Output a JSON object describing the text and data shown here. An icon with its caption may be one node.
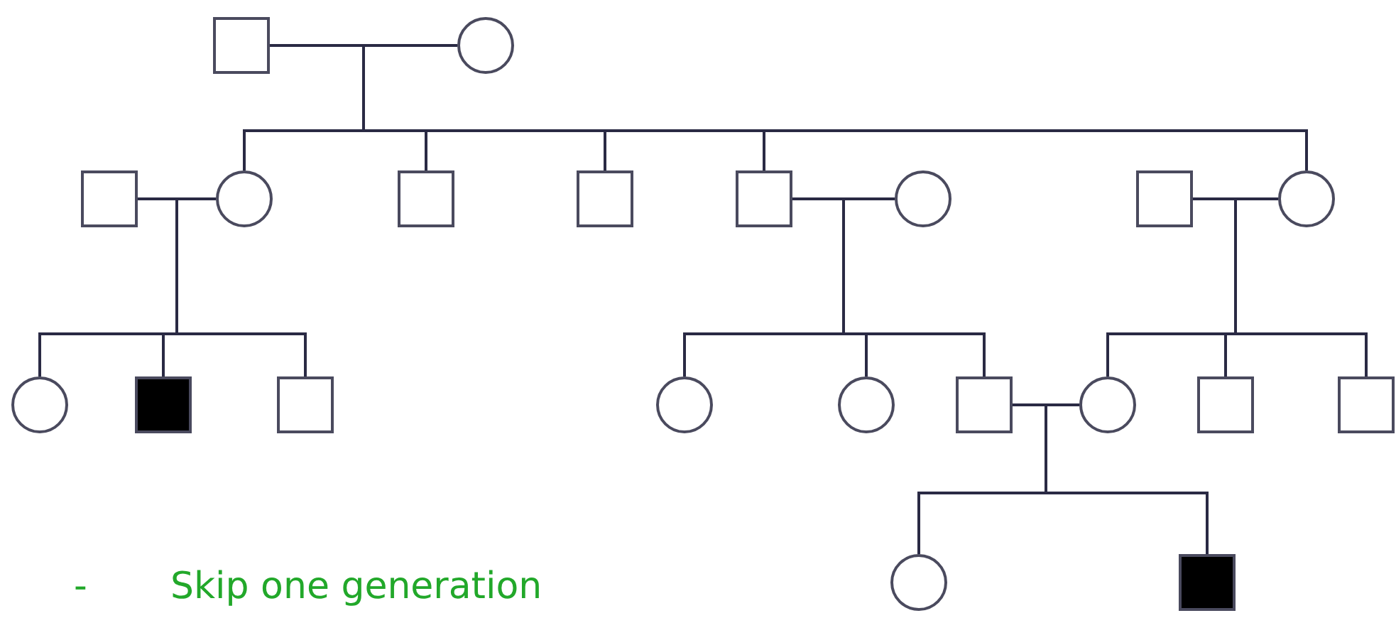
{
  "diagram": {
    "nodes": [
      {
        "text": [],
        "shape": "box"
      },
      {
        "text": [],
        "shape": "circle"
      },
      {
        "text": [],
        "shape": "box"
      },
      {
        "text": [],
        "shape": "circle"
      },
      {
        "text": [],
        "shape": "box"
      },
      {
        "text": [],
        "shape": "box"
      },
      {
        "text": [],
        "shape": "box"
      },
      {
        "text": [],
        "shape": "circle"
      },
      {
        "text": [],
        "shape": "box"
      },
      {
        "text": [],
        "shape": "circle"
      },
      {
        "text": [],
        "shape": "circle"
      },
      {
        "text": [],
        "shape": "box"
      },
      {
        "text": [],
        "shape": "box"
      },
      {
        "text": [],
        "shape": "circle"
      },
      {
        "text": [],
        "shape": "circle"
      },
      {
        "text": [],
        "shape": "box"
      },
      {
        "text": [],
        "shape": "circle"
      },
      {
        "text": [],
        "shape": "box"
      },
      {
        "text": [],
        "shape": "box"
      },
      {
        "text": [],
        "shape": "circle"
      },
      {
        "text": [],
        "shape": "box"
      }
    ],
    "edges": [
      {
        "from": 0,
        "to": 1,
        "arrow": "none"
      },
      {
        "from": 0,
        "to": 3,
        "arrow": "none"
      },
      {
        "from": 1,
        "to": 3,
        "arrow": "none"
      },
      {
        "from": 0,
        "to": 4,
        "arrow": "none"
      },
      {
        "from": 1,
        "to": 4,
        "arrow": "none"
      },
      {
        "from": 0,
        "to": 5,
        "arrow": "none"
      },
      {
        "from": 1,
        "to": 5,
        "arrow": "none"
      },
      {
        "from": 0,
        "to": 6,
        "arrow": "none"
      },
      {
        "from": 1,
        "to": 6,
        "arrow": "none"
      },
      {
        "from": 0,
        "to": 9,
        "arrow": "none"
      },
      {
        "from": 1,
        "to": 9,
        "arrow": "none"
      },
      {
        "from": 2,
        "to": 3,
        "arrow": "none"
      },
      {
        "from": 2,
        "to": 10,
        "arrow": "none"
      },
      {
        "from": 3,
        "to": 10,
        "arrow": "none"
      },
      {
        "from": 2,
        "to": 11,
        "arrow": "none"
      },
      {
        "from": 3,
        "to": 11,
        "arrow": "none"
      },
      {
        "from": 2,
        "to": 12,
        "arrow": "none"
      },
      {
        "from": 3,
        "to": 12,
        "arrow": "none"
      },
      {
        "from": 6,
        "to": 7,
        "arrow": "none"
      },
      {
        "from": 6,
        "to": 13,
        "arrow": "none"
      },
      {
        "from": 7,
        "to": 13,
        "arrow": "none"
      },
      {
        "from": 6,
        "to": 14,
        "arrow": "none"
      },
      {
        "from": 7,
        "to": 14,
        "arrow": "none"
      },
      {
        "from": 6,
        "to": 15,
        "arrow": "none"
      },
      {
        "from": 7,
        "to": 15,
        "arrow": "none"
      },
      {
        "from": 8,
        "to": 9,
        "arrow": "none"
      },
      {
        "from": 8,
        "to": 16,
        "arrow": "none"
      },
      {
        "from": 9,
        "to": 16,
        "arrow": "none"
      },
      {
        "from": 8,
        "to": 17,
        "arrow": "none"
      },
      {
        "from": 9,
        "to": 17,
        "arrow": "none"
      },
      {
        "from": 8,
        "to": 18,
        "arrow": "none"
      },
      {
        "from": 9,
        "to": 18,
        "arrow": "none"
      },
      {
        "from": 15,
        "to": 16,
        "arrow": "none"
      },
      {
        "from": 15,
        "to": 19,
        "arrow": "none"
      },
      {
        "from": 16,
        "to": 19,
        "arrow": "none"
      },
      {
        "from": 15,
        "to": 20,
        "arrow": "none"
      },
      {
        "from": 16,
        "to": 20,
        "arrow": "none"
      }
    ],
    "labels": [
      "-",
      "Skip one generation"
    ]
  }
}
